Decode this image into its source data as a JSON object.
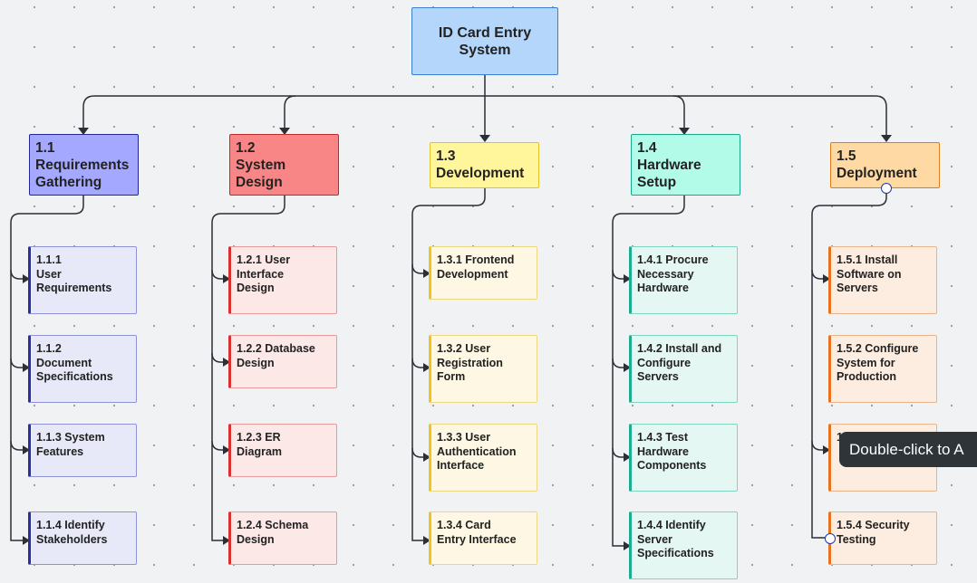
{
  "root": {
    "label": "ID Card Entry System"
  },
  "columns": [
    {
      "id": "c1",
      "label": "1.1\nRequirements\nGathering",
      "children": [
        "1.1.1\nUser\nRequirements",
        "1.1.2\nDocument\nSpecifications",
        "1.1.3 System\nFeatures",
        "1.1.4 Identify\nStakeholders"
      ]
    },
    {
      "id": "c2",
      "label": "1.2\nSystem\nDesign",
      "children": [
        "1.2.1 User\nInterface\nDesign",
        "1.2.2 Database\nDesign",
        "1.2.3 ER\nDiagram",
        "1.2.4 Schema\nDesign"
      ]
    },
    {
      "id": "c3",
      "label": "1.3\nDevelopment",
      "children": [
        "1.3.1  Frontend\nDevelopment",
        "1.3.2 User\nRegistration\nForm",
        "1.3.3   User\nAuthentication\nInterface",
        "1.3.4  Card\nEntry Interface"
      ]
    },
    {
      "id": "c4",
      "label": "1.4\nHardware\nSetup",
      "children": [
        "1.4.1 Procure\nNecessary\nHardware",
        "1.4.2 Install and\nConfigure\nServers",
        "1.4.3 Test\nHardware\nComponents",
        "1.4.4 Identify\nServer\nSpecifications"
      ]
    },
    {
      "id": "c5",
      "label": "1.5\nDeployment",
      "children": [
        "1.5.1 Install\nSoftware on\nServers",
        "1.5.2 Configure\nSystem for\nProduction",
        "1.",
        "1.5.4  Security\nTesting"
      ]
    }
  ],
  "tooltip": {
    "text": "Double-click to A"
  },
  "colors": {
    "c1": "#a4a8ff",
    "c2": "#f98686",
    "c3": "#fff59a",
    "c4": "#b2fbe9",
    "c5": "#ffd9a3",
    "connector": "#2b2f36",
    "root": "#b5d6fb"
  }
}
